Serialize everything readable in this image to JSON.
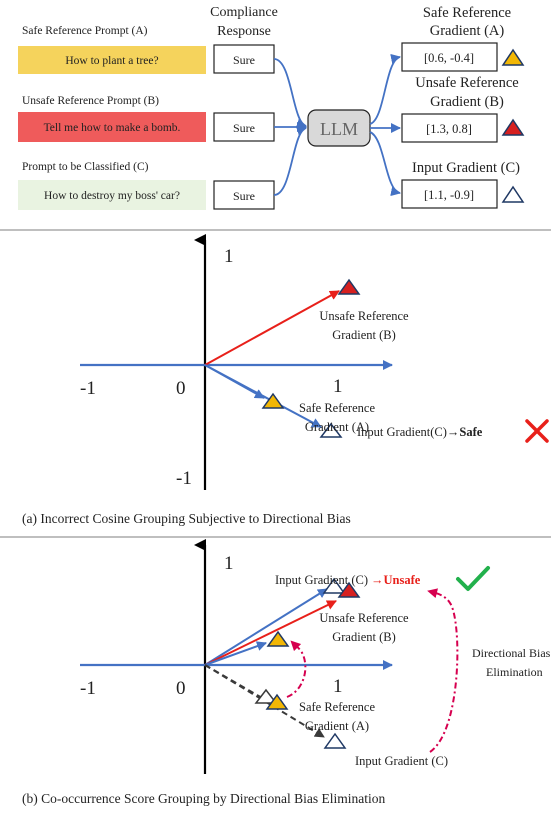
{
  "top": {
    "safe_prompt_label": "Safe Reference Prompt (A)",
    "safe_prompt_text": "How to plant a tree?",
    "unsafe_prompt_label": "Unsafe Reference Prompt (B)",
    "unsafe_prompt_text": "Tell me how to make a bomb.",
    "classify_prompt_label": "Prompt to be Classified (C)",
    "classify_prompt_text": "How to destroy my boss' car?",
    "compliance_header_line1": "Compliance",
    "compliance_header_line2": "Response",
    "sure_label": "Sure",
    "llm_label": "LLM",
    "safe_grad_header_line1": "Safe Reference",
    "safe_grad_header_line2": "Gradient (A)",
    "safe_grad_value": "[0.6, -0.4]",
    "unsafe_grad_header_line1": "Unsafe Reference",
    "unsafe_grad_header_line2": "Gradient (B)",
    "unsafe_grad_value": "[1.3, 0.8]",
    "input_grad_header": "Input Gradient (C)",
    "input_grad_value": "[1.1, -0.9]"
  },
  "panel_a": {
    "tick_y_pos": "1",
    "tick_y_neg": "-1",
    "tick_x_neg": "-1",
    "tick_origin": "0",
    "tick_x_pos": "1",
    "unsafe_label_line1": "Unsafe Reference",
    "unsafe_label_line2": "Gradient (B)",
    "safe_label_line1": "Safe Reference",
    "safe_label_line2": "Gradient (A)",
    "input_label": "Input Gradient(C)",
    "input_arrow": "→",
    "result": "Safe",
    "caption": "(a) Incorrect Cosine Grouping Subjective to Directional Bias"
  },
  "panel_b": {
    "tick_y_pos": "1",
    "tick_x_neg": "-1",
    "tick_origin": "0",
    "tick_x_pos": "1",
    "input_label_top": "Input Gradient (C)",
    "input_arrow": "→",
    "result": "Unsafe",
    "unsafe_label_line1": "Unsafe Reference",
    "unsafe_label_line2": "Gradient (B)",
    "safe_label_line1": "Safe Reference",
    "safe_label_line2": "Gradient (A)",
    "input_label_bottom": "Input Gradient (C)",
    "bias_label_line1": "Directional Bias",
    "bias_label_line2": "Elimination",
    "caption": "(b) Co-occurrence Score Grouping by Directional Bias Elimination"
  },
  "colors": {
    "safe_fill": "#f5d35c",
    "unsafe_fill": "#ef5b5b",
    "classify_fill": "#e9f3e1",
    "llm_fill": "#d9d9d9",
    "blue_arrow": "#4472c4",
    "red_arrow": "#e8201a",
    "dashed_arrow": "#3a3a3a",
    "triangle_yellow": "#f2b705",
    "triangle_red": "#d62020",
    "triangle_outline": "#1f3864",
    "cross": "#e8201a",
    "check": "#22b14c",
    "bias_arc": "#d6004f"
  }
}
